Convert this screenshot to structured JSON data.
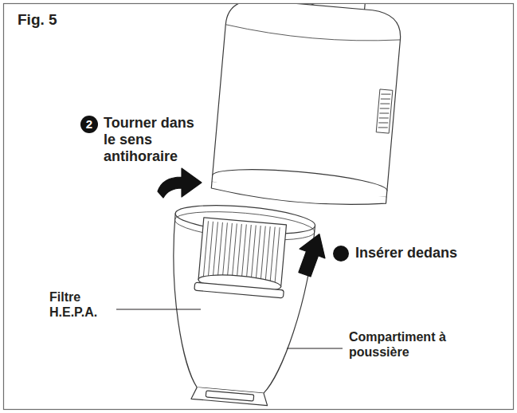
{
  "diagram": {
    "title": "Fig. 5",
    "nodes": [
      {
        "text": [
          "2"
        ]
      }
    ],
    "labels": [
      "Tourner dans le sens antihoraire",
      "Insérer dedans",
      "Filtre H.E.P.A.",
      "Compartiment à poussière"
    ]
  }
}
